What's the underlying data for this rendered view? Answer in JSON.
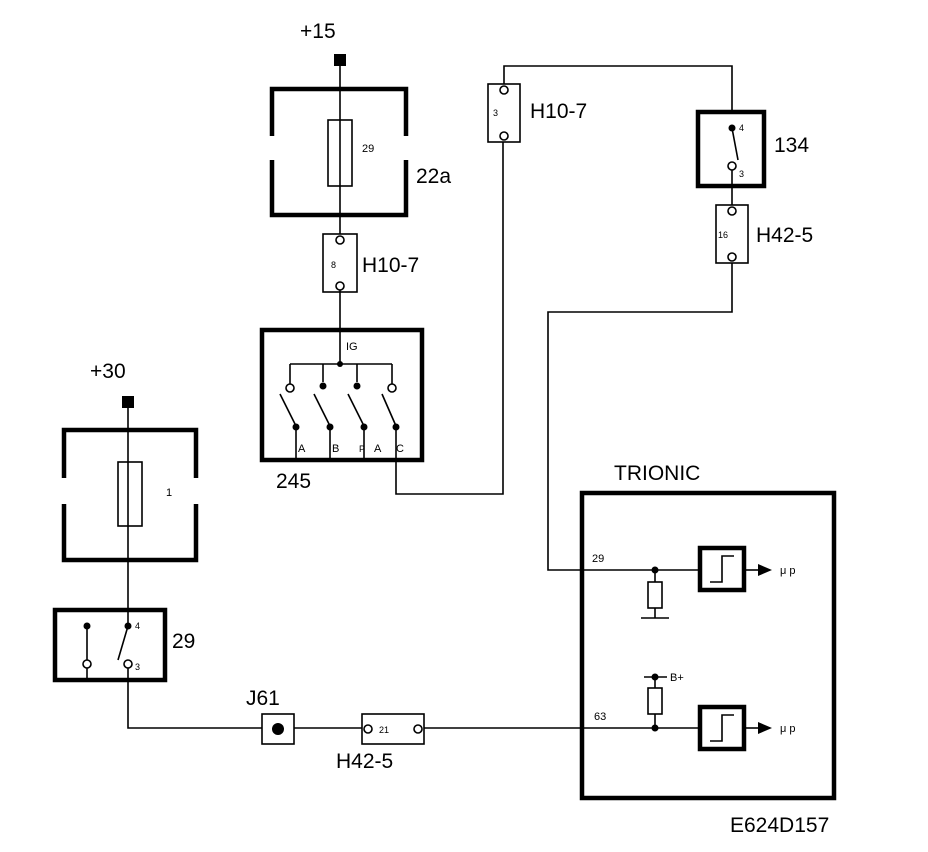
{
  "supply": {
    "plus15": "+15",
    "plus30": "+30"
  },
  "fuse_22a": {
    "label": "22a",
    "fuse_no": "29"
  },
  "fuse_1": {
    "fuse_no": "1"
  },
  "conn_top_left": {
    "label": "H10-7",
    "pin": "8"
  },
  "conn_top_mid": {
    "label": "H10-7",
    "pin": "3"
  },
  "relay_134": {
    "label": "134",
    "pin_top": "4",
    "pin_bottom": "3"
  },
  "conn_h42_top": {
    "label": "H42-5",
    "pin": "16"
  },
  "ignition_245": {
    "label": "245",
    "input": "IG",
    "terminals": [
      "A",
      "B",
      "P",
      "A",
      "C"
    ]
  },
  "relay_29": {
    "label": "29",
    "pin_top": "4",
    "pin_bottom": "3"
  },
  "j61": {
    "label": "J61"
  },
  "conn_h42_bottom": {
    "label": "H42-5",
    "pin": "21"
  },
  "trionic": {
    "title": "TRIONIC",
    "pin_29": "29",
    "pin_63": "63",
    "bplus": "B+",
    "output_1": "μ p",
    "output_2": "μ p"
  },
  "diagram_id": "E624D157"
}
